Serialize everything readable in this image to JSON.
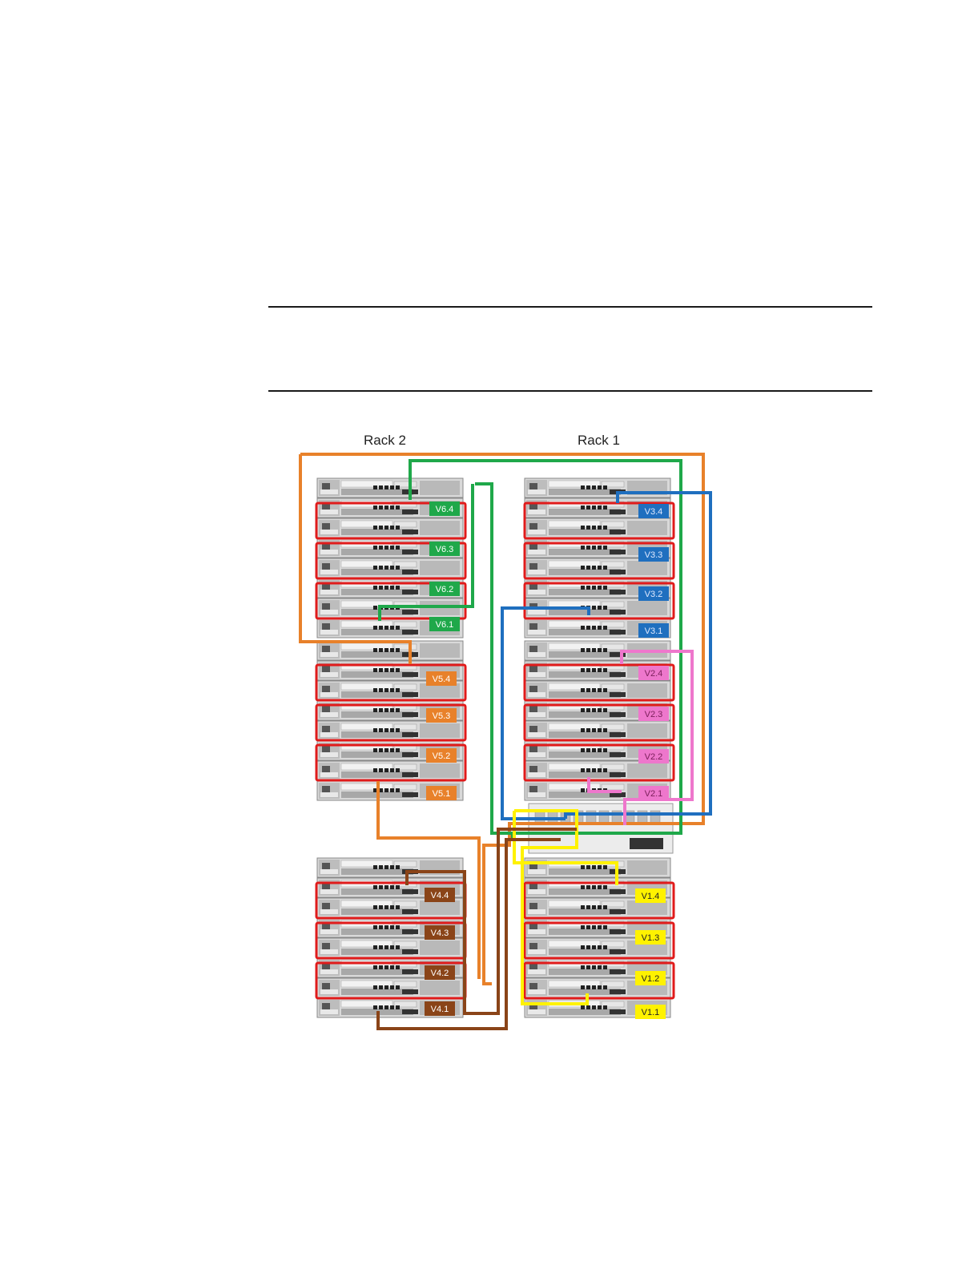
{
  "racks": {
    "left_title": "Rack 2",
    "right_title": "Rack 1"
  },
  "volume_labels": {
    "V6.4": "V6.4",
    "V6.3": "V6.3",
    "V6.2": "V6.2",
    "V6.1": "V6.1",
    "V5.4": "V5.4",
    "V5.3": "V5.3",
    "V5.2": "V5.2",
    "V5.1": "V5.1",
    "V4.4": "V4.4",
    "V4.3": "V4.3",
    "V4.2": "V4.2",
    "V4.1": "V4.1",
    "V3.4": "V3.4",
    "V3.3": "V3.3",
    "V3.2": "V3.2",
    "V3.1": "V3.1",
    "V2.4": "V2.4",
    "V2.3": "V2.3",
    "V2.2": "V2.2",
    "V2.1": "V2.1",
    "V1.4": "V1.4",
    "V1.3": "V1.3",
    "V1.2": "V1.2",
    "V1.1": "V1.1"
  },
  "colors": {
    "green": "#1fa84a",
    "orange": "#e8812a",
    "brown": "#8a4418",
    "blue": "#1f6fbf",
    "pink": "#ee77cc",
    "yellow": "#fff200",
    "red_outline": "#e01b1b"
  }
}
